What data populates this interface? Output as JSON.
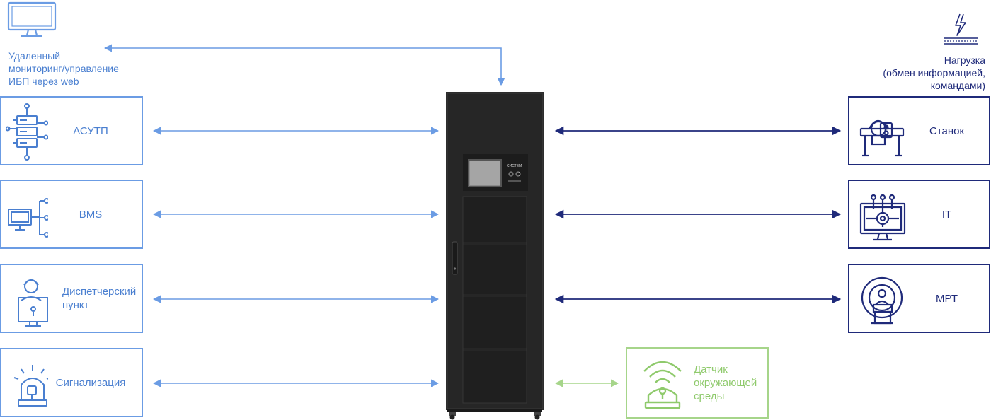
{
  "remote": {
    "label_lines": [
      "Удаленный",
      "мониторинг/управление",
      "ИБП через web"
    ],
    "icon": "monitor-icon"
  },
  "load": {
    "label_lines": [
      "Нагрузка",
      "(обмен информацией,",
      "командами)"
    ],
    "icon": "power-load-icon"
  },
  "left_boxes": [
    {
      "label": "АСУТП",
      "icon": "server-network-icon"
    },
    {
      "label": "BMS",
      "icon": "monitor-network-icon"
    },
    {
      "label": "Диспетчерский пункт",
      "icon": "operator-icon"
    },
    {
      "label": "Сигнализация",
      "icon": "alarm-siren-icon"
    }
  ],
  "right_boxes": [
    {
      "label": "Станок",
      "icon": "machine-tool-icon"
    },
    {
      "label": "IT",
      "icon": "it-gear-icon"
    },
    {
      "label": "МРТ",
      "icon": "mri-icon"
    }
  ],
  "sensor": {
    "label": "Датчик окружающей среды",
    "icon": "environment-sensor-icon"
  },
  "ups": {
    "icon": "ups-cabinet-icon",
    "brand": "СИСТЕМ"
  },
  "colors": {
    "left_accent": "#6b9ce4",
    "right_accent": "#1f2a7a",
    "sensor_accent": "#a6d58a",
    "cabinet": "#2b2b2b"
  }
}
